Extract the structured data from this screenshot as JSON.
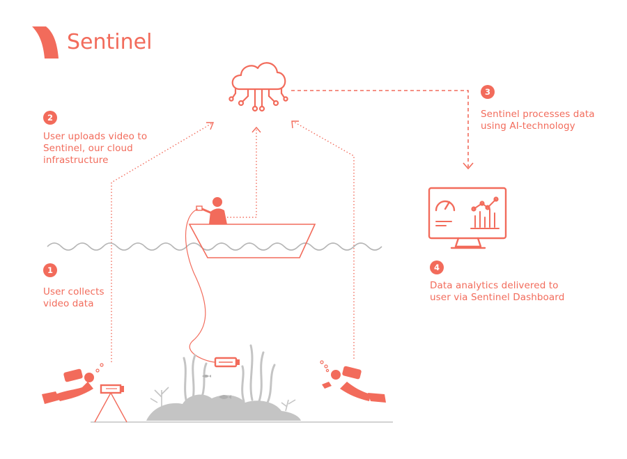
{
  "brand": {
    "name": "Sentinel",
    "logo_icon": "wave-logo-icon"
  },
  "steps": [
    {
      "number": "1",
      "line1": "User collects",
      "line2": "video data"
    },
    {
      "number": "2",
      "line1": "User uploads video to",
      "line2": "Sentinel, our cloud",
      "line3": "infrastructure"
    },
    {
      "number": "3",
      "line1": "Sentinel processes data",
      "line2": "using AI-technology"
    },
    {
      "number": "4",
      "line1": "Data analytics delivered to",
      "line2": "user via Sentinel Dashboard"
    }
  ],
  "icons": {
    "cloud": "cloud-network-icon",
    "monitor": "dashboard-monitor-icon",
    "boat": "boat-icon",
    "diver_left": "diver-icon",
    "diver_right": "diver-icon",
    "camera": "camera-icon",
    "reef": "coral-reef-icon"
  },
  "colors": {
    "accent": "#f26b5b",
    "wave": "#b5b5b5",
    "reef": "#c4c4c4"
  }
}
